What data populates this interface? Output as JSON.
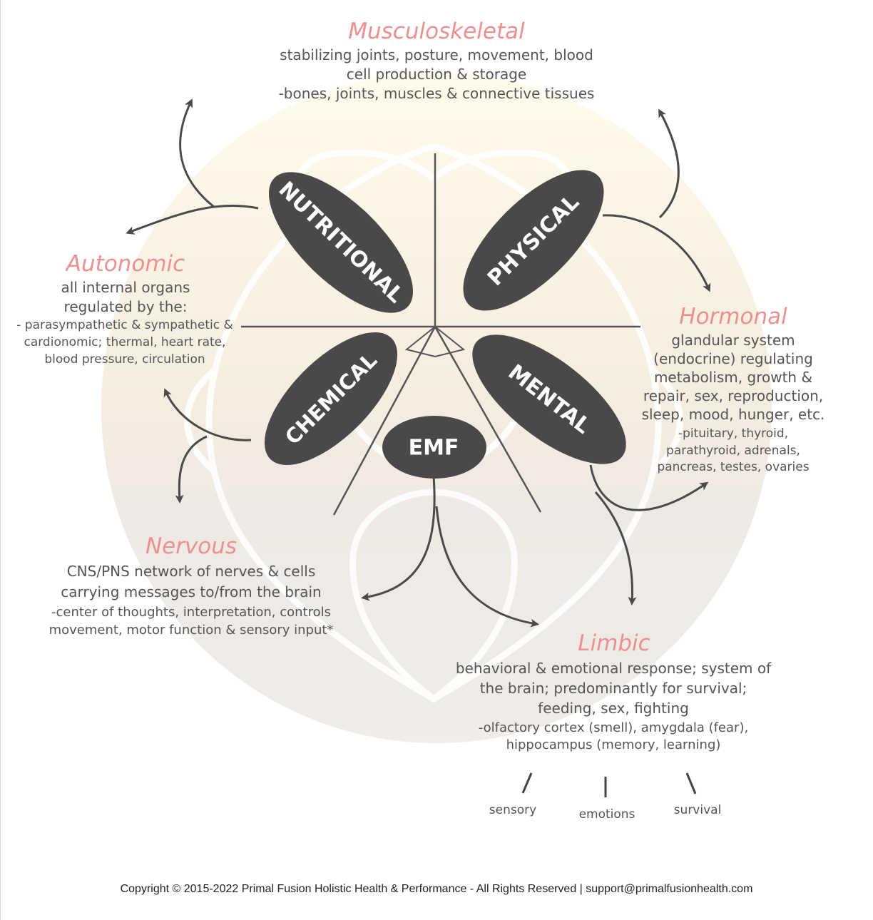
{
  "systems": {
    "musculoskeletal": {
      "title": "Musculoskeletal",
      "line1": "stabilizing joints, posture, movement, blood",
      "line2": "cell production & storage",
      "line3": "-bones, joints, muscles & connective tissues"
    },
    "autonomic": {
      "title": "Autonomic",
      "line1": "all internal organs",
      "line2": "regulated by the:",
      "line3": "- parasympathetic & sympathetic &",
      "line4": "cardionomic; thermal, heart rate,",
      "line5": "blood pressure, circulation"
    },
    "hormonal": {
      "title": "Hormonal",
      "line1": "glandular system",
      "line2": "(endocrine) regulating",
      "line3": "metabolism, growth &",
      "line4": "repair, sex, reproduction,",
      "line5": "sleep, mood, hunger, etc.",
      "line6": "-pituitary, thyroid,",
      "line7": "parathyroid, adrenals,",
      "line8": "pancreas, testes, ovaries"
    },
    "nervous": {
      "title": "Nervous",
      "line1": "CNS/PNS network of nerves & cells",
      "line2": "carrying messages to/from the brain",
      "line3": "-center of thoughts, interpretation, controls",
      "line4": "movement, motor function & sensory input*"
    },
    "limbic": {
      "title": "Limbic",
      "line1": "behavioral & emotional response; system of",
      "line2": "the brain; predominantly for survival;",
      "line3": "feeding, sex, fighting",
      "line4": "-olfactory cortex (smell), amygdala (fear),",
      "line5": "hippocampus (memory, learning)"
    }
  },
  "stressors": {
    "nutritional": "NUTRITIONAL",
    "physical": "PHYSICAL",
    "chemical": "CHEMICAL",
    "mental": "MENTAL",
    "emf": "EMF"
  },
  "limbic_branches": {
    "sensory": "sensory",
    "emotions": "emotions",
    "survival": "survival"
  },
  "footer": {
    "copyright": "Copyright © 2015-2022 Primal Fusion Holistic Health & Performance - All Rights Reserved | support@primalfusionhealth.com"
  },
  "colors": {
    "title_pink": "#ee8f8f",
    "ellipse_fill": "#4a4848",
    "text_gray": "#555555",
    "bg_circle_top": "#fff8d6",
    "bg_circle_bottom": "#e9e4dc"
  }
}
